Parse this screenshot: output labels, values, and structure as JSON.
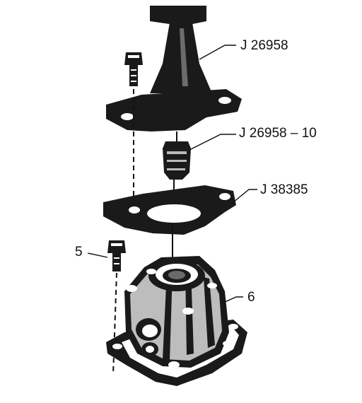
{
  "labels": {
    "tool_main": "J 26958",
    "tool_adapter": "J 26958 – 10",
    "tool_plate": "J 38385",
    "bolt": "5",
    "housing": "6"
  },
  "colors": {
    "ink": "#1a1a1a",
    "background": "#ffffff"
  }
}
